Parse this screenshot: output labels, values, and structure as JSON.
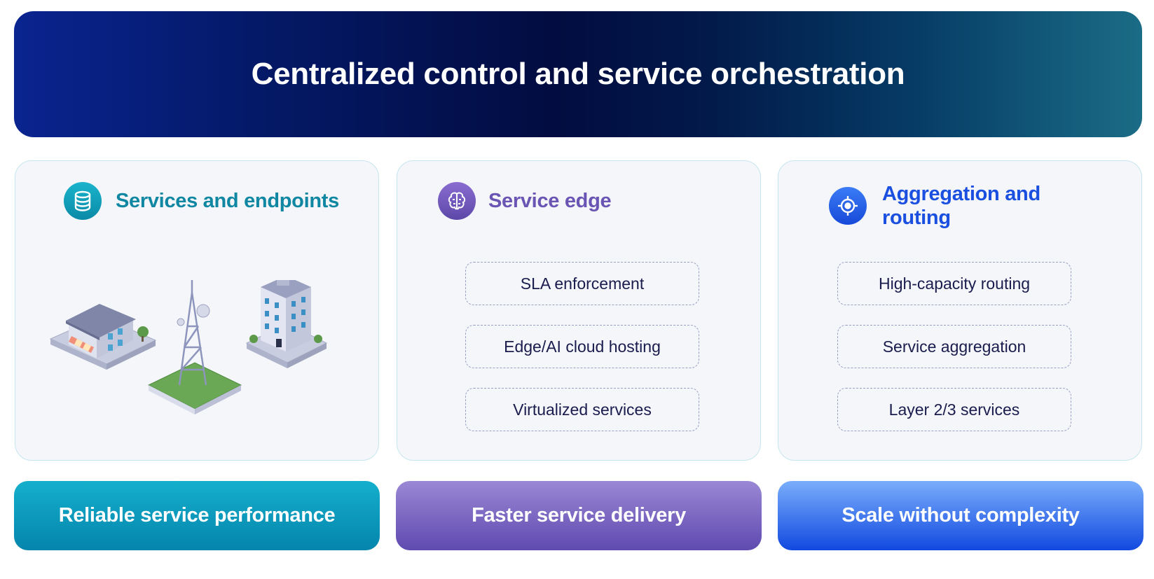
{
  "banner": {
    "title": "Centralized control and service orchestration"
  },
  "columns": [
    {
      "title": "Services and endpoints",
      "icon": "database-icon",
      "color": "#0f87a3",
      "items": [],
      "footer": "Reliable service performance"
    },
    {
      "title": "Service edge",
      "icon": "brain-icon",
      "color": "#6a55b4",
      "items": [
        "SLA enforcement",
        "Edge/AI cloud hosting",
        "Virtualized services"
      ],
      "footer": "Faster service delivery"
    },
    {
      "title": "Aggregation and routing",
      "icon": "target-icon",
      "color": "#1a4fe0",
      "items": [
        "High-capacity routing",
        "Service aggregation",
        "Layer 2/3 services"
      ],
      "footer": "Scale without complexity"
    }
  ]
}
